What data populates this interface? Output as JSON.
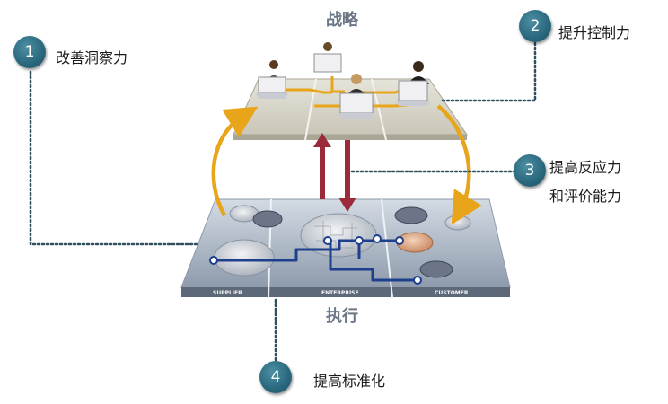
{
  "layers": {
    "top_title": "战略",
    "bottom_title": "执行",
    "segments": [
      "SUPPLIER",
      "ENTERPRISE",
      "CUSTOMER"
    ]
  },
  "callouts": [
    {
      "number": "1",
      "text": "改善洞察力"
    },
    {
      "number": "2",
      "text": "提升控制力"
    },
    {
      "number": "3",
      "line1": "提高反应力",
      "line2": "和评价能力"
    },
    {
      "number": "4",
      "text": "提高标准化"
    }
  ],
  "colors": {
    "badge": "#2b6a80",
    "dotted": "#2f4f5f",
    "orange_arrow": "#e8a51a",
    "red_arrow": "#9b2b3a",
    "flow_line": "#1d3f8c",
    "title_gray": "#6b7787"
  }
}
